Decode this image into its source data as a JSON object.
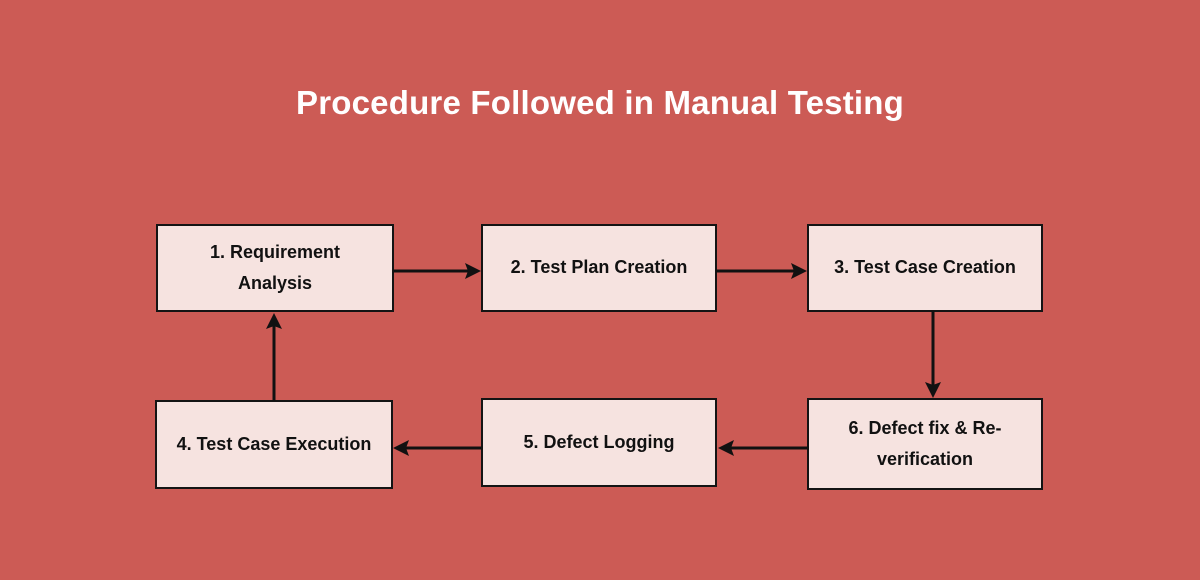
{
  "title": "Procedure Followed in Manual Testing",
  "colors": {
    "background": "#cc5b55",
    "node_fill": "#f6e3e0",
    "node_border": "#141414",
    "title_text": "#ffffff",
    "node_text": "#111111",
    "arrow": "#111111"
  },
  "diagram": {
    "type": "flowchart",
    "shape": "cycle",
    "nodes": [
      {
        "id": "1",
        "label": "1. Requirement Analysis",
        "row": "top",
        "column": 1
      },
      {
        "id": "2",
        "label": "2. Test Plan Creation",
        "row": "top",
        "column": 2
      },
      {
        "id": "3",
        "label": "3. Test Case Creation",
        "row": "top",
        "column": 3
      },
      {
        "id": "4",
        "label": "4. Test Case Execution",
        "row": "bottom",
        "column": 1
      },
      {
        "id": "5",
        "label": "5. Defect Logging",
        "row": "bottom",
        "column": 2
      },
      {
        "id": "6",
        "label": "6. Defect fix & Re-verification",
        "row": "bottom",
        "column": 3
      }
    ],
    "edges": [
      {
        "from": "1",
        "to": "2",
        "direction": "right"
      },
      {
        "from": "2",
        "to": "3",
        "direction": "right"
      },
      {
        "from": "3",
        "to": "6",
        "direction": "down"
      },
      {
        "from": "6",
        "to": "5",
        "direction": "left"
      },
      {
        "from": "5",
        "to": "4",
        "direction": "left"
      },
      {
        "from": "4",
        "to": "1",
        "direction": "up"
      }
    ]
  }
}
